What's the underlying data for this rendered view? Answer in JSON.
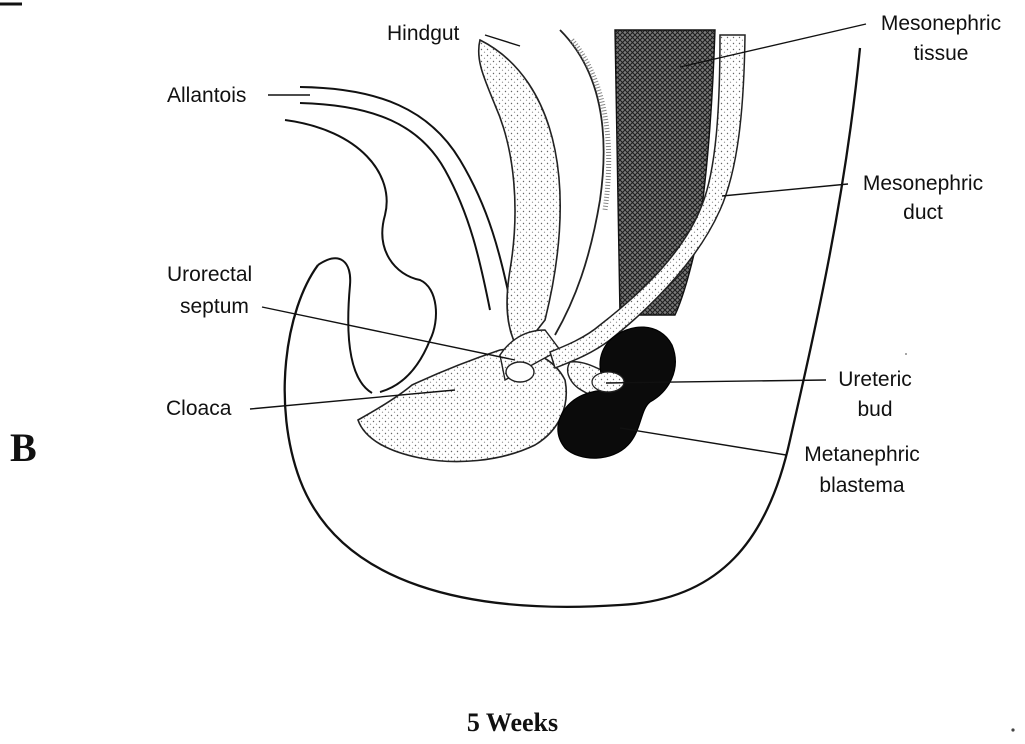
{
  "panel_letter": "B",
  "caption": "5 Weeks",
  "labels": {
    "hindgut": "Hindgut",
    "allantois": "Allantois",
    "mesonephric_tissue_1": "Mesonephric",
    "mesonephric_tissue_2": "tissue",
    "mesonephric_duct_1": "Mesonephric",
    "mesonephric_duct_2": "duct",
    "urorectal_septum_1": "Urorectal",
    "urorectal_septum_2": "septum",
    "cloaca": "Cloaca",
    "ureteric_bud_1": "Ureteric",
    "ureteric_bud_2": "bud",
    "metanephric_blastema_1": "Metanephric",
    "metanephric_blastema_2": "blastema"
  }
}
